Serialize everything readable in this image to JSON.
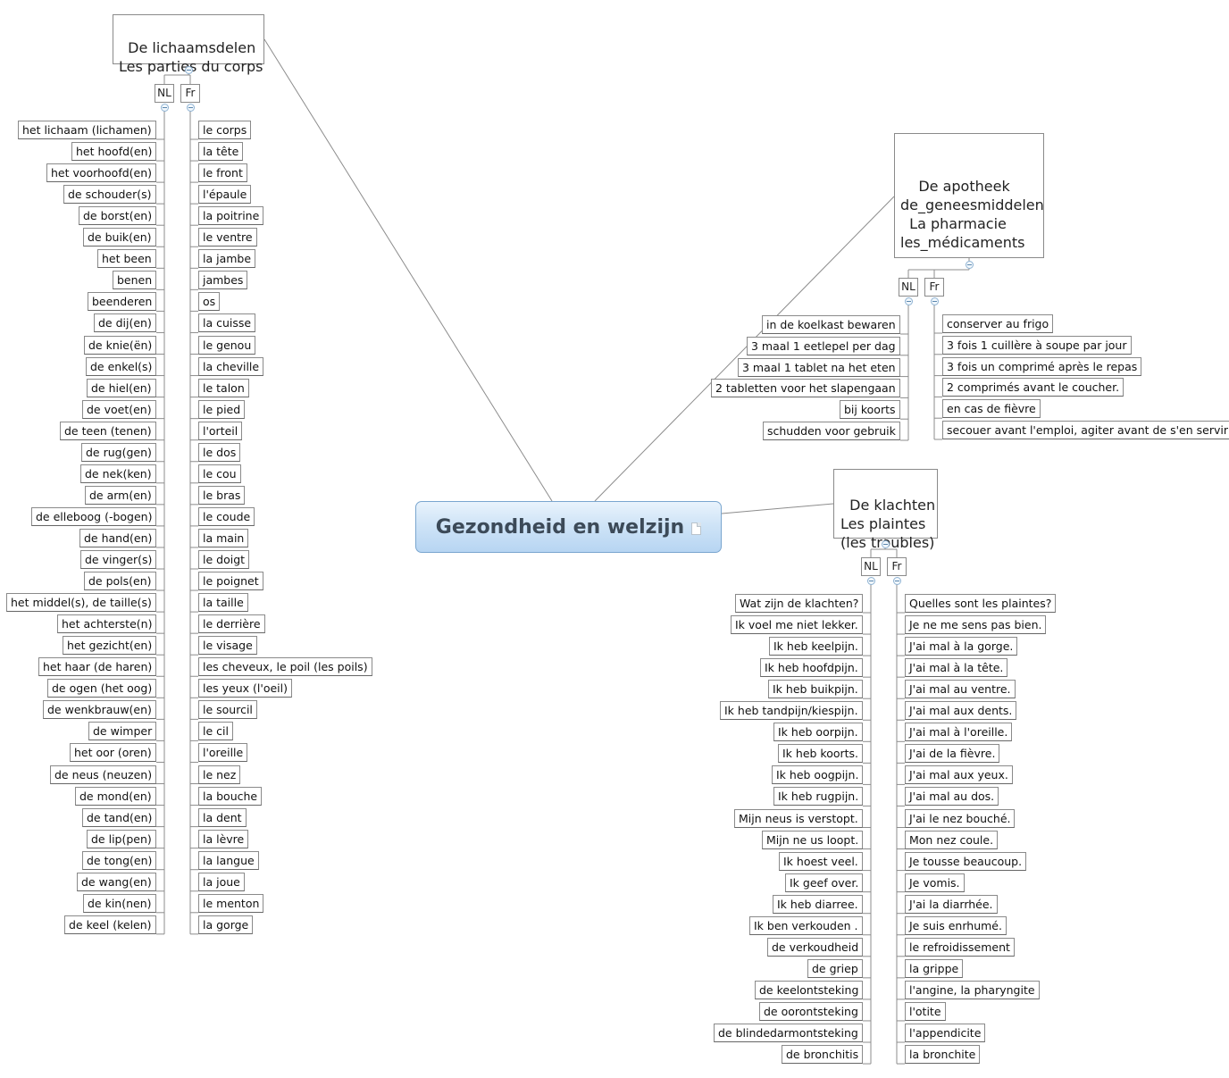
{
  "central": {
    "title": "Gezondheid en welzijn",
    "icon": "note-icon"
  },
  "branches": [
    {
      "id": "body",
      "title": "De lichaamsdelen\nLes parties du corps",
      "nl_label": "NL",
      "fr_label": "Fr",
      "nl": [
        "het lichaam (lichamen)",
        "het hoofd(en)",
        "het voorhoofd(en)",
        "de schouder(s)",
        "de borst(en)",
        "de buik(en)",
        "het been",
        "benen",
        "beenderen",
        "de dij(en)",
        "de knie(ën)",
        "de enkel(s)",
        "de hiel(en)",
        "de voet(en)",
        "de teen (tenen)",
        "de rug(gen)",
        "de nek(ken)",
        "de arm(en)",
        "de elleboog (-bogen)",
        "de hand(en)",
        "de vinger(s)",
        "de pols(en)",
        "het middel(s), de taille(s)",
        "het achterste(n)",
        "het gezicht(en)",
        "het haar (de haren)",
        "de ogen (het oog)",
        "de wenkbrauw(en)",
        "de wimper",
        "het oor (oren)",
        "de neus (neuzen)",
        "de mond(en)",
        "de tand(en)",
        "de lip(pen)",
        "de tong(en)",
        "de wang(en)",
        "de kin(nen)",
        "de keel (kelen)"
      ],
      "fr": [
        "le corps",
        "la tête",
        "le front",
        "l'épaule",
        "la poitrine",
        "le ventre",
        "la jambe",
        "jambes",
        "os",
        "la cuisse",
        "le genou",
        "la cheville",
        "le talon",
        "le pied",
        "l'orteil",
        "le dos",
        "le cou",
        "le bras",
        "le coude",
        "la main",
        "le doigt",
        "le poignet",
        "la taille",
        "le derrière",
        "le visage",
        "les cheveux, le poil (les poils)",
        "les yeux (l'oeil)",
        "le sourcil",
        "le cil",
        "l'oreille",
        "le nez",
        "la bouche",
        "la dent",
        "la lèvre",
        "la langue",
        "la joue",
        "le menton",
        "la gorge"
      ]
    },
    {
      "id": "pharmacy",
      "title": "  De apotheek\nde_geneesmiddelen\n  La pharmacie\nles_médicaments",
      "nl_label": "NL",
      "fr_label": "Fr",
      "nl": [
        "in de koelkast bewaren",
        "3 maal 1 eetlepel per dag",
        "3 maal 1 tablet na het eten",
        "2 tabletten voor het slapengaan",
        "bij koorts",
        "schudden voor gebruik"
      ],
      "fr": [
        "conserver au frigo",
        "3 fois 1 cuillère à soupe par jour",
        "3 fois un comprimé après le repas",
        "2 comprimés avant le coucher.",
        "en cas de fièvre",
        "secouer avant l'emploi, agiter avant de s'en servir"
      ]
    },
    {
      "id": "complaints",
      "title": "De klachten\nLes plaintes\n(les troubles)",
      "nl_label": "NL",
      "fr_label": "Fr",
      "nl": [
        "Wat zijn de klachten?",
        "Ik voel me niet lekker.",
        "Ik heb keelpijn.",
        "Ik heb hoofdpijn.",
        "Ik heb buikpijn.",
        "Ik heb tandpijn/kiespijn.",
        "Ik heb oorpijn.",
        "Ik heb koorts.",
        "Ik heb oogpijn.",
        "Ik heb rugpijn.",
        "Mijn neus is verstopt.",
        "Mijn ne us loopt.",
        "Ik hoest veel.",
        "Ik geef over.",
        "Ik heb diarree.",
        "Ik ben verkouden .",
        "de verkoudheid",
        "de griep",
        "de keelontsteking",
        "de oorontsteking",
        "de blindedarmontsteking",
        "de bronchitis"
      ],
      "fr": [
        "Quelles sont les plaintes?",
        "Je ne me sens pas bien.",
        "J'ai mal à la gorge.",
        "J'ai mal à la tête.",
        "J'ai mal au ventre.",
        "J'ai mal aux dents.",
        "J'ai mal à l'oreille.",
        "J'ai de la fièvre.",
        "J'ai mal aux yeux.",
        "J'ai mal au dos.",
        "J'ai le nez bouché.",
        "Mon nez coule.",
        "Je tousse beaucoup.",
        "Je vomis.",
        "J'ai la diarrhée.",
        "Je suis enrhumé.",
        "le refroidissement",
        "la grippe",
        "l'angine, la pharyngite",
        "l'otite",
        "l'appendicite",
        "la bronchite"
      ]
    }
  ]
}
